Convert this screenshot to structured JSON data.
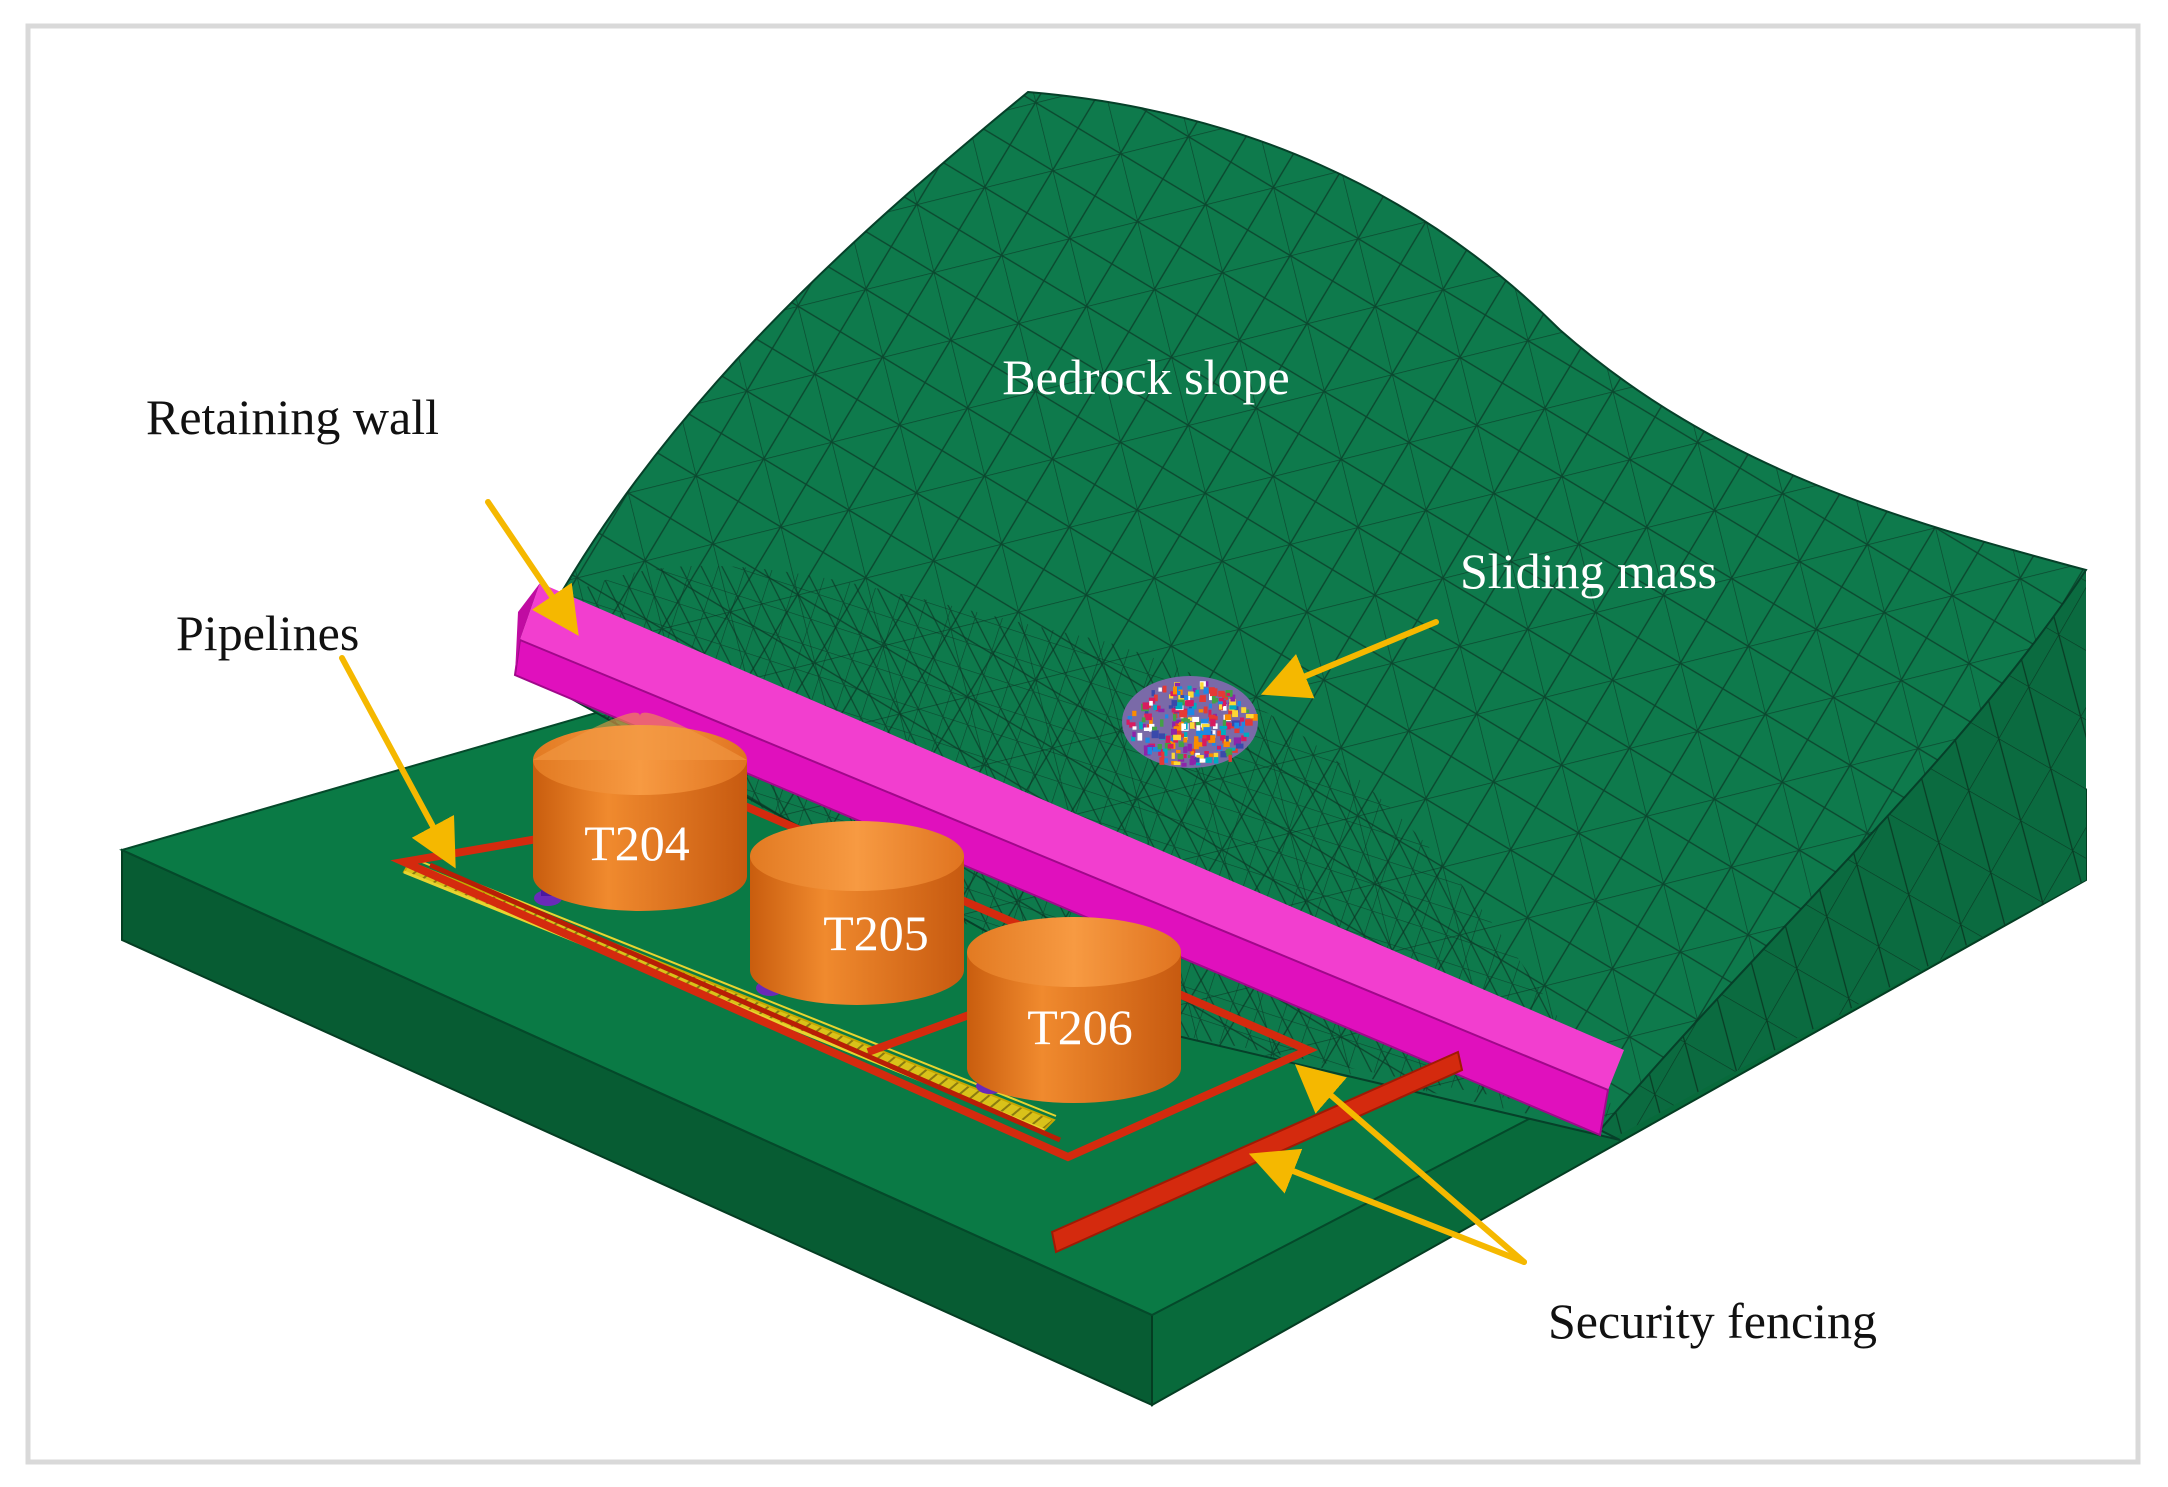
{
  "figure": {
    "labels": {
      "bedrock_slope": "Bedrock slope",
      "retaining_wall": "Retaining wall",
      "pipelines": "Pipelines",
      "sliding_mass": "Sliding mass",
      "security_fencing": "Security fencing"
    },
    "tanks": [
      "T204",
      "T205",
      "T206"
    ],
    "colors": {
      "slope_face": "#0e7a4c",
      "slope_side": "#0b6b40",
      "ground_top": "#0a7a45",
      "ground_front": "#075c33",
      "ground_side": "#086a3b",
      "mesh_line": "#0a3322",
      "retaining_wall": "#ee12c4",
      "tank": "#e4731a",
      "fence": "#d42a0e",
      "arrow": "#f5b800",
      "frame": "#d9d9d9"
    }
  }
}
